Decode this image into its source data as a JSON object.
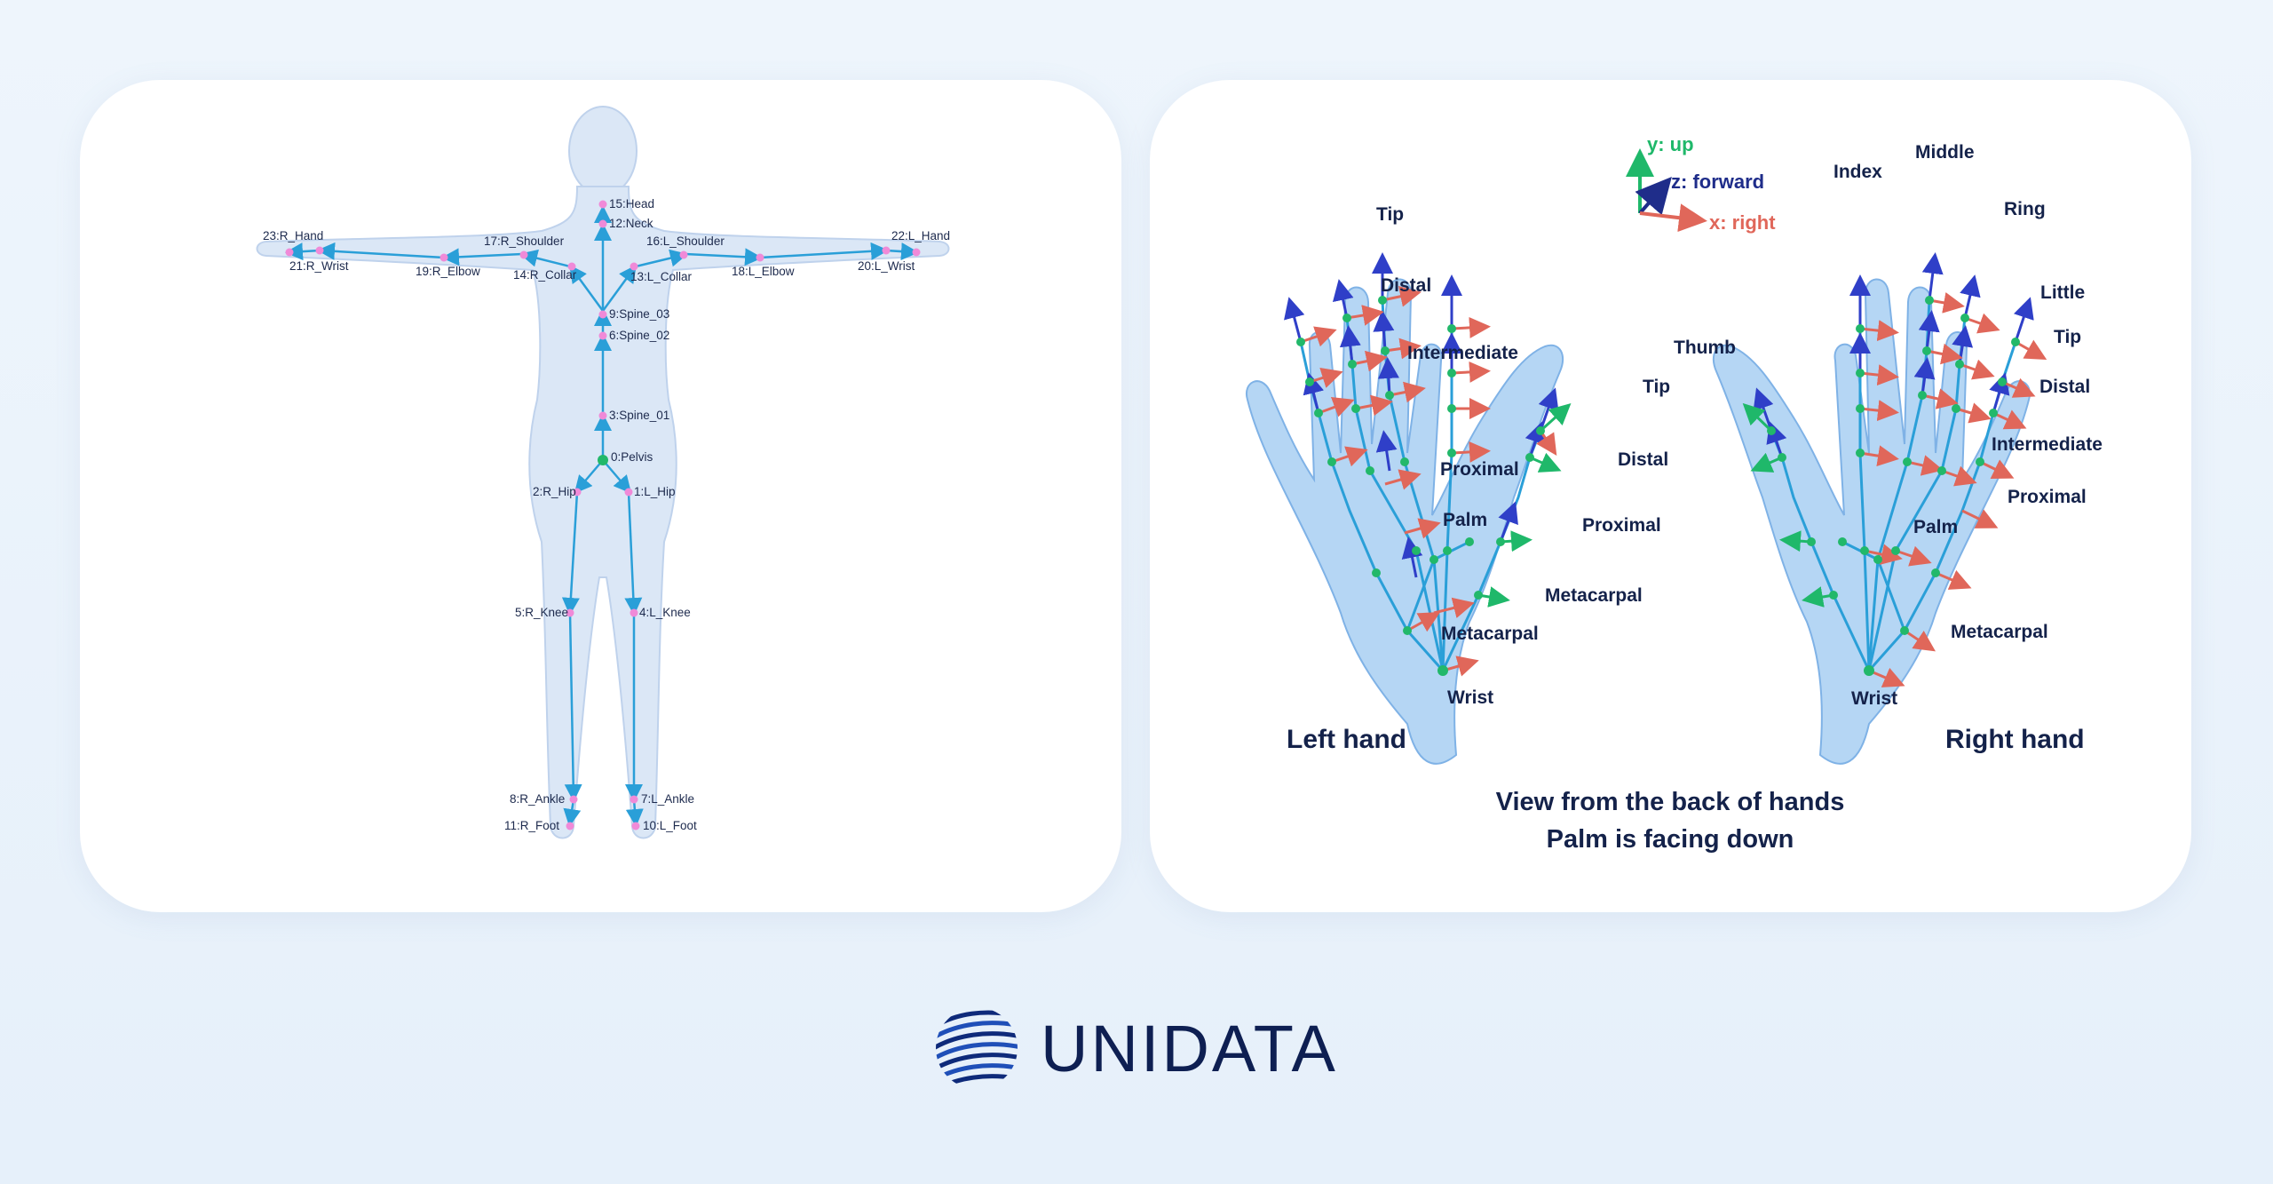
{
  "body_labels": [
    {
      "id": "j15",
      "text": "15:Head"
    },
    {
      "id": "j12",
      "text": "12:Neck"
    },
    {
      "id": "j23",
      "text": "23:R_Hand"
    },
    {
      "id": "j21",
      "text": "21:R_Wrist"
    },
    {
      "id": "j17",
      "text": "17:R_Shoulder"
    },
    {
      "id": "j19",
      "text": "19:R_Elbow"
    },
    {
      "id": "j14",
      "text": "14:R_Collar"
    },
    {
      "id": "j16",
      "text": "16:L_Shoulder"
    },
    {
      "id": "j13",
      "text": "13:L_Collar"
    },
    {
      "id": "j18",
      "text": "18:L_Elbow"
    },
    {
      "id": "j22",
      "text": "22:L_Hand"
    },
    {
      "id": "j20",
      "text": "20:L_Wrist"
    },
    {
      "id": "j9",
      "text": "9:Spine_03"
    },
    {
      "id": "j6",
      "text": "6:Spine_02"
    },
    {
      "id": "j3",
      "text": "3:Spine_01"
    },
    {
      "id": "j0",
      "text": "0:Pelvis"
    },
    {
      "id": "j2",
      "text": "2:R_Hip"
    },
    {
      "id": "j1",
      "text": "1:L_Hip"
    },
    {
      "id": "j5",
      "text": "5:R_Knee"
    },
    {
      "id": "j4",
      "text": "4:L_Knee"
    },
    {
      "id": "j8",
      "text": "8:R_Ankle"
    },
    {
      "id": "j7",
      "text": "7:L_Ankle"
    },
    {
      "id": "j11",
      "text": "11:R_Foot"
    },
    {
      "id": "j10",
      "text": "10:L_Foot"
    }
  ],
  "axes": {
    "y": "y: up",
    "z": "z: forward",
    "x": "x: right"
  },
  "axis_colors": {
    "y": "#1fb86a",
    "z": "#1f2d8a",
    "x": "#e0675a"
  },
  "left_hand": {
    "title": "Left hand",
    "labels": [
      "Tip",
      "Distal",
      "Intermediate",
      "Proximal",
      "Palm",
      "Metacarpal",
      "Wrist",
      "Tip",
      "Distal",
      "Proximal",
      "Metacarpal"
    ]
  },
  "right_hand": {
    "title": "Right hand",
    "labels": [
      "Index",
      "Middle",
      "Ring",
      "Little",
      "Tip",
      "Distal",
      "Intermediate",
      "Proximal",
      "Thumb",
      "Palm",
      "Metacarpal",
      "Wrist"
    ]
  },
  "caption": {
    "line1": "View from the back of hands",
    "line2": "Palm is facing down"
  },
  "brand": {
    "name": "UNIDATA"
  },
  "colors": {
    "bone": "#2a9fd8",
    "joint_pink": "#f08ad8",
    "joint_green": "#22b86a",
    "silhouette": "#dbe7f6"
  }
}
